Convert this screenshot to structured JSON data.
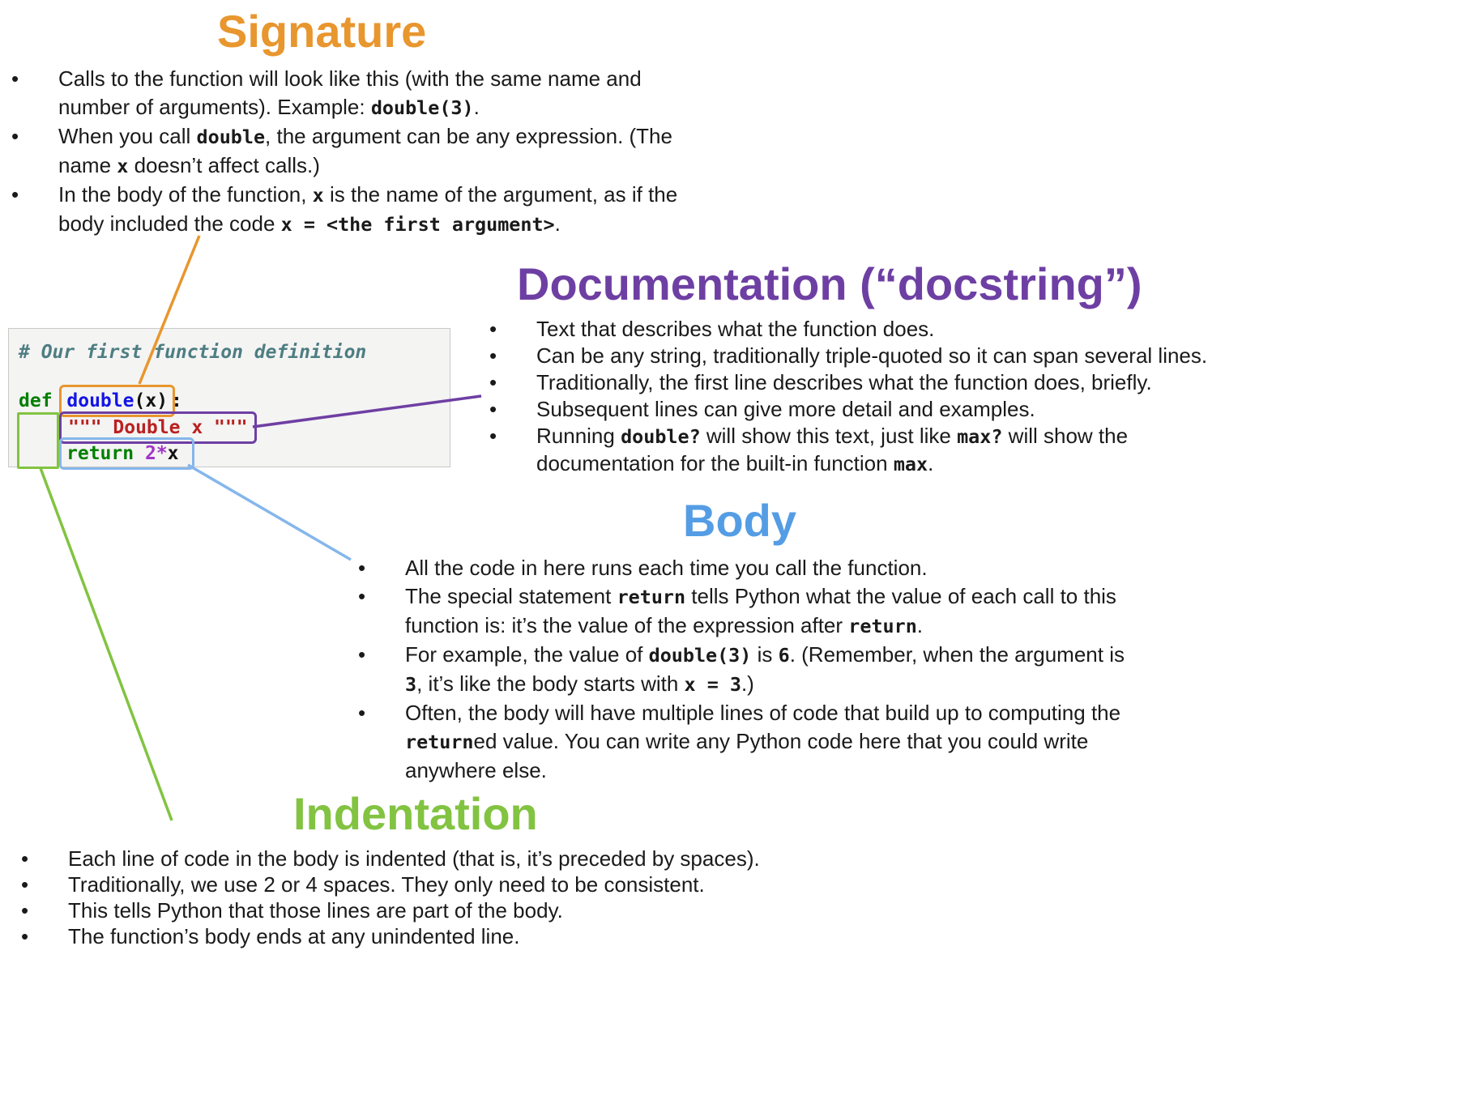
{
  "colors": {
    "signature": "#E8962E",
    "documentation": "#6E3FA3",
    "body": "#549DE4",
    "body_light": "#85B6EC",
    "indentation": "#82C341",
    "code_keyword": "#008000",
    "code_function": "#1414E6",
    "code_string": "#BA2121",
    "code_comment": "#4D7D82",
    "code_number": "#A333C8"
  },
  "sections": {
    "signature": {
      "title": "Signature",
      "bullets": [
        [
          {
            "t": "Calls to the function will look like this (with the same name and number of arguments).  Example: "
          },
          {
            "t": "double(3)",
            "code": true
          },
          {
            "t": "."
          }
        ],
        [
          {
            "t": "When you call "
          },
          {
            "t": "double",
            "code": true
          },
          {
            "t": ", the argument can be any expression. (The name "
          },
          {
            "t": "x",
            "code": true
          },
          {
            "t": " doesn’t affect calls.)"
          }
        ],
        [
          {
            "t": "In the body of the function, "
          },
          {
            "t": "x",
            "code": true
          },
          {
            "t": " is the name of the argument, as if the body included the code "
          },
          {
            "t": "x = <the first argument>",
            "code": true
          },
          {
            "t": "."
          }
        ]
      ]
    },
    "documentation": {
      "title": "Documentation (“docstring”)",
      "bullets": [
        [
          {
            "t": "Text that describes what the function does."
          }
        ],
        [
          {
            "t": "Can be any string, traditionally triple-quoted so it can span several lines."
          }
        ],
        [
          {
            "t": "Traditionally, the first line describes what the function does, briefly."
          }
        ],
        [
          {
            "t": "Subsequent lines can give more detail and examples."
          }
        ],
        [
          {
            "t": "Running "
          },
          {
            "t": "double?",
            "code": true
          },
          {
            "t": " will show this text, just like "
          },
          {
            "t": "max?",
            "code": true
          },
          {
            "t": " will show the documentation for the built-in function "
          },
          {
            "t": "max",
            "code": true
          },
          {
            "t": "."
          }
        ]
      ]
    },
    "body": {
      "title": "Body",
      "bullets": [
        [
          {
            "t": "All the code in here runs each time you call the function."
          }
        ],
        [
          {
            "t": "The special statement "
          },
          {
            "t": "return",
            "code": true
          },
          {
            "t": " tells Python what the value of each call to this function is: it’s the value of the expression after "
          },
          {
            "t": "return",
            "code": true
          },
          {
            "t": "."
          }
        ],
        [
          {
            "t": "For example, the value of "
          },
          {
            "t": "double(3)",
            "code": true
          },
          {
            "t": " is "
          },
          {
            "t": "6",
            "code": true
          },
          {
            "t": ".  (Remember, when the argument is "
          },
          {
            "t": "3",
            "code": true
          },
          {
            "t": ", it’s like the body starts with "
          },
          {
            "t": "x = 3",
            "code": true
          },
          {
            "t": ".)"
          }
        ],
        [
          {
            "t": "Often, the body will have multiple lines of code that build up to computing the "
          },
          {
            "t": "return",
            "code": true
          },
          {
            "t": "ed value.  You can write any Python code here that you could write anywhere else."
          }
        ]
      ]
    },
    "indentation": {
      "title": "Indentation",
      "bullets": [
        [
          {
            "t": "Each line of code in the body is indented (that is, it’s preceded by spaces)."
          }
        ],
        [
          {
            "t": "Traditionally, we use 2 or 4 spaces.  They only need to be consistent."
          }
        ],
        [
          {
            "t": "This tells Python that those lines are part of the body."
          }
        ],
        [
          {
            "t": "The function’s body ends at any unindented line."
          }
        ]
      ]
    }
  },
  "code": {
    "comment": "# Our first function definition",
    "def_pre": [
      {
        "t": "def ",
        "cls": "kw"
      }
    ],
    "def_boxed": [
      {
        "t": "double",
        "cls": "fn"
      },
      {
        "t": "(",
        "cls": "p"
      },
      {
        "t": "x",
        "cls": "arg"
      },
      {
        "t": ")",
        "cls": "p"
      }
    ],
    "def_post": [
      {
        "t": ":",
        "cls": "p"
      }
    ],
    "docstring": "\"\"\" Double x \"\"\"",
    "return_tokens": [
      {
        "t": "return",
        "cls": "kw"
      },
      {
        "t": " ",
        "cls": "p"
      },
      {
        "t": "2",
        "cls": "num"
      },
      {
        "t": "*",
        "cls": "op"
      },
      {
        "t": "x",
        "cls": "arg"
      }
    ]
  }
}
